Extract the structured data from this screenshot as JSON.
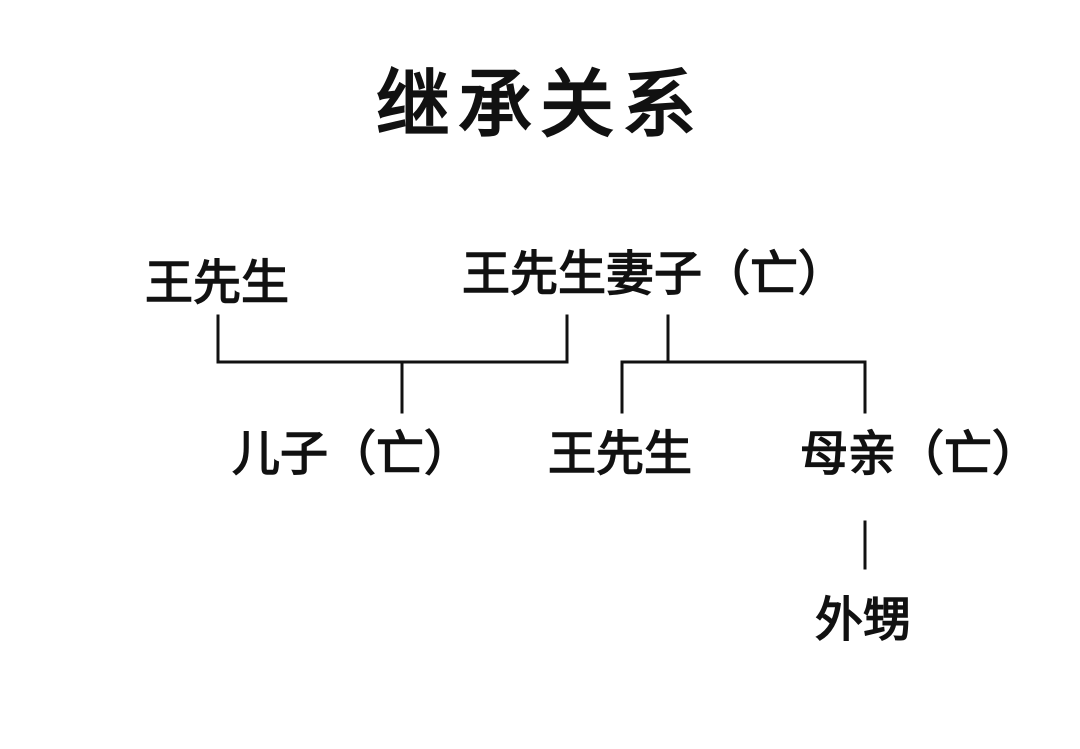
{
  "title": "继承关系",
  "colors": {
    "text": "#111111",
    "line": "#111111",
    "background": "#ffffff"
  },
  "nodes": {
    "wang_senior": "王先生",
    "wang_wife": "王先生妻子（亡）",
    "son": "儿子（亡）",
    "wang_heir": "王先生",
    "mother": "母亲（亡）",
    "nephew": "外甥"
  }
}
